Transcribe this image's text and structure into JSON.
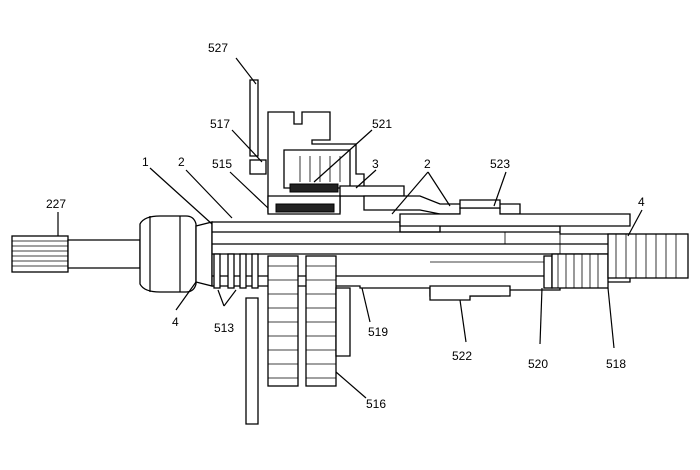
{
  "diagram": {
    "callouts": [
      {
        "id": "c527",
        "text": "527"
      },
      {
        "id": "c517",
        "text": "517"
      },
      {
        "id": "c521",
        "text": "521"
      },
      {
        "id": "c1",
        "text": "1"
      },
      {
        "id": "c2a",
        "text": "2"
      },
      {
        "id": "c515",
        "text": "515"
      },
      {
        "id": "c3",
        "text": "3"
      },
      {
        "id": "c2b",
        "text": "2"
      },
      {
        "id": "c523",
        "text": "523"
      },
      {
        "id": "c227",
        "text": "227"
      },
      {
        "id": "c4a",
        "text": "4"
      },
      {
        "id": "c4b",
        "text": "4"
      },
      {
        "id": "c513",
        "text": "513"
      },
      {
        "id": "c519",
        "text": "519"
      },
      {
        "id": "c522",
        "text": "522"
      },
      {
        "id": "c520",
        "text": "520"
      },
      {
        "id": "c518",
        "text": "518"
      },
      {
        "id": "c516",
        "text": "516"
      }
    ]
  }
}
